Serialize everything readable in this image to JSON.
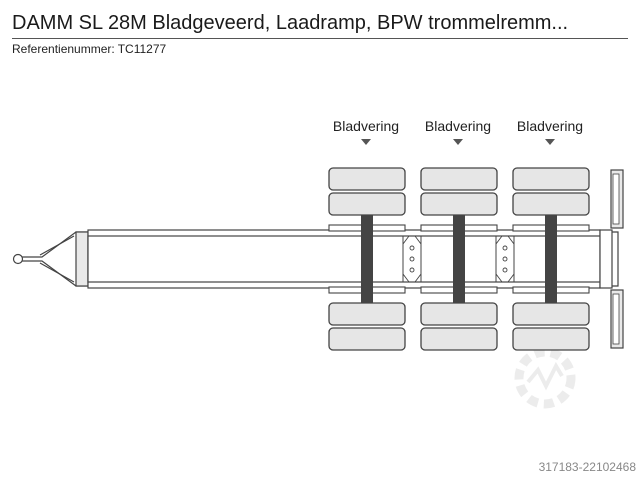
{
  "header": {
    "title": "DAMM SL 28M Bladgeveerd, Laadramp, BPW trommelremm...",
    "reference_label": "Referentienummer:",
    "reference_value": "TC11277"
  },
  "diagram": {
    "axles": [
      {
        "suspension_label": "Bladvering"
      },
      {
        "suspension_label": "Bladvering"
      },
      {
        "suspension_label": "Bladvering"
      }
    ]
  },
  "footer": {
    "code": "317183-22102468"
  }
}
